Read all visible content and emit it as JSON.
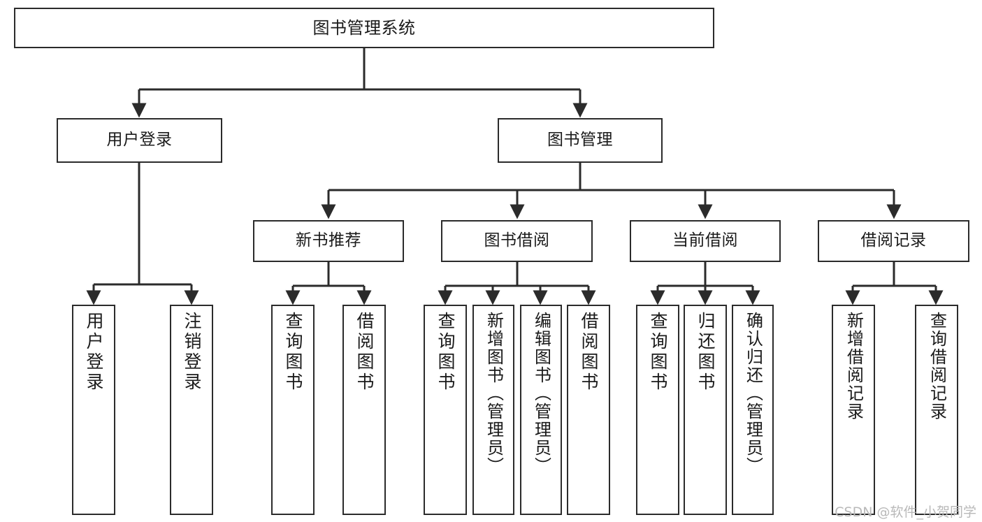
{
  "diagram": {
    "title": "图书管理系统",
    "type": "tree-hierarchy-chart",
    "watermark": "CSDN @软件_小贺同学",
    "colors": {
      "stroke": "#2b2b2b",
      "fill": "#ffffff",
      "text": "#1a1a1a",
      "watermark": "#b9b9b9"
    }
  },
  "nodes": {
    "root": {
      "label": "图书管理系统"
    },
    "level2": [
      {
        "id": "login",
        "label": "用户登录"
      },
      {
        "id": "book_mgmt",
        "label": "图书管理"
      }
    ],
    "level3": [
      {
        "id": "new_book_rec",
        "label": "新书推荐"
      },
      {
        "id": "book_borrow",
        "label": "图书借阅"
      },
      {
        "id": "current_borrow",
        "label": "当前借阅"
      },
      {
        "id": "borrow_record",
        "label": "借阅记录"
      }
    ],
    "leaves": {
      "login": [
        {
          "id": "user_login",
          "label": "用户登录"
        },
        {
          "id": "user_logout",
          "label": "注销登录"
        }
      ],
      "new_book_rec": [
        {
          "id": "query_book_1",
          "label": "查询图书"
        },
        {
          "id": "borrow_book_1",
          "label": "借阅图书"
        }
      ],
      "book_borrow": [
        {
          "id": "query_book_2",
          "label": "查询图书"
        },
        {
          "id": "add_book",
          "label": "新增图书（管理员）"
        },
        {
          "id": "edit_book",
          "label": "编辑图书（管理员）"
        },
        {
          "id": "borrow_book_2",
          "label": "借阅图书"
        }
      ],
      "current_borrow": [
        {
          "id": "query_book_3",
          "label": "查询图书"
        },
        {
          "id": "return_book",
          "label": "归还图书"
        },
        {
          "id": "confirm_return",
          "label": "确认归还（管理员）"
        }
      ],
      "borrow_record": [
        {
          "id": "add_record",
          "label": "新增借阅记录"
        },
        {
          "id": "query_record",
          "label": "查询借阅记录"
        }
      ]
    }
  }
}
